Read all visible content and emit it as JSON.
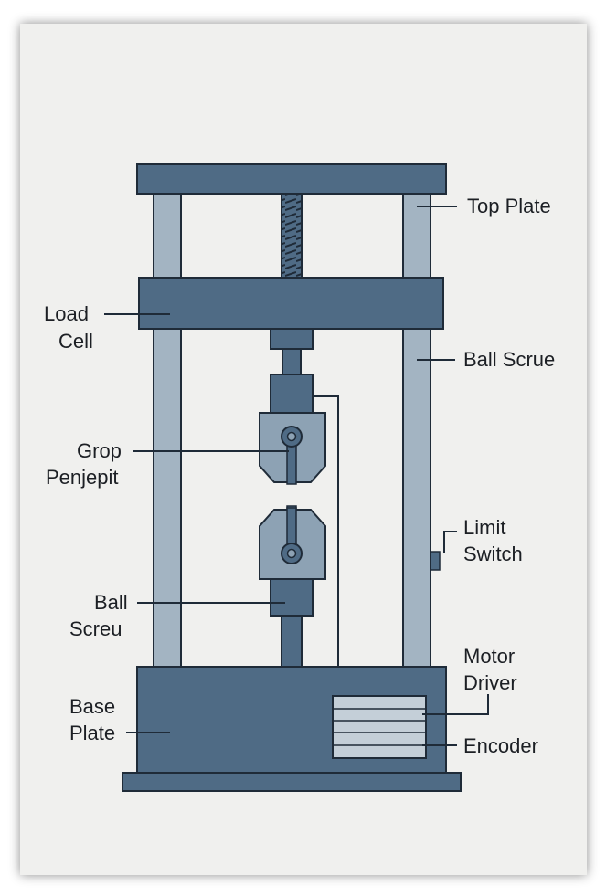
{
  "diagram": {
    "colors": {
      "paper": "#f0f0ee",
      "frame_dark": "#4f6b85",
      "frame_outline": "#1f2b38",
      "column_light": "#a3b4c2",
      "grip_light": "#8da2b4",
      "vent_light": "#c4cfd8",
      "label_text": "#1c1f24"
    },
    "labels": {
      "top_plate": "Top Plate",
      "ball_scrue": "Ball Scrue",
      "load_cell_1": "Load",
      "load_cell_2": "Cell",
      "grop_1": "Grop",
      "grop_2": "Penjepit",
      "limit_1": "Limit",
      "limit_2": "Switch",
      "ball_screu_1": "Ball",
      "ball_screu_2": "Screu",
      "motor_1": "Motor",
      "motor_2": "Driver",
      "base_1": "Base",
      "base_2": "Plate",
      "encoder": "Encoder"
    }
  }
}
